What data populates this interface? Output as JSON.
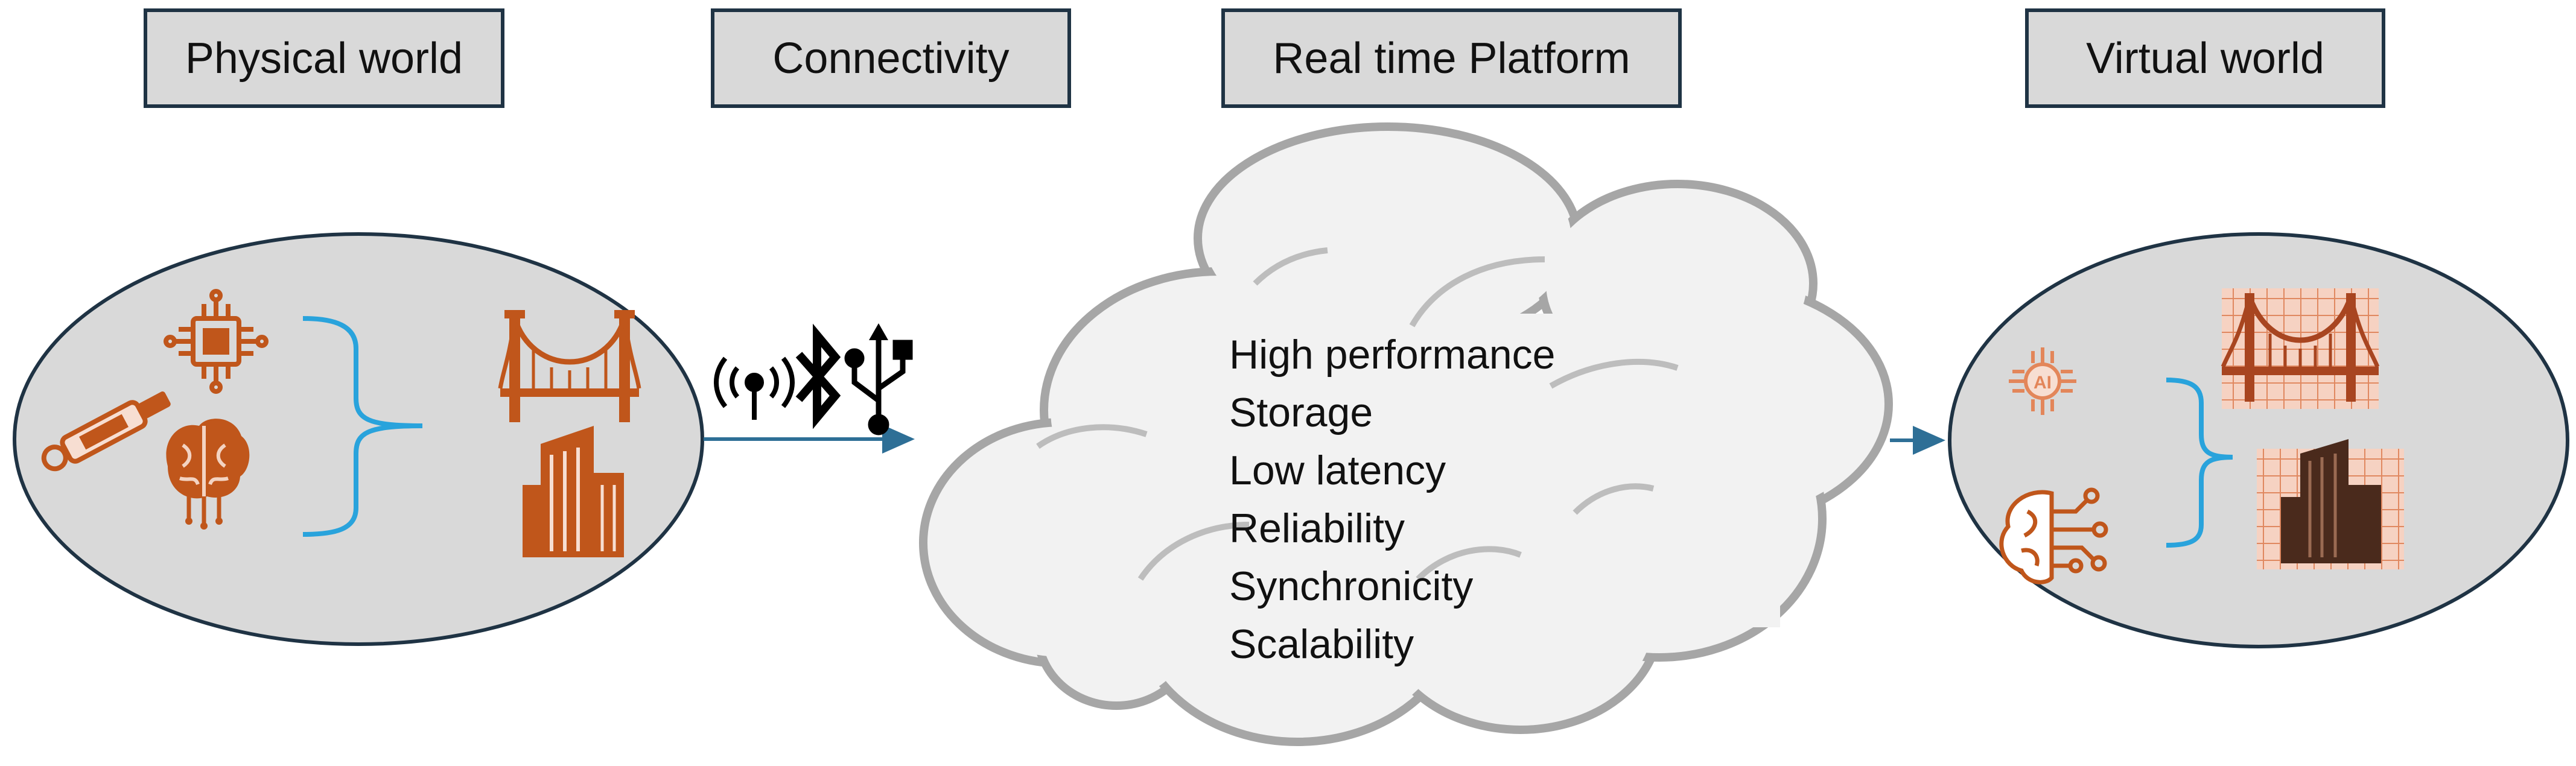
{
  "headers": {
    "physical": "Physical world",
    "connectivity": "Connectivity",
    "platform": "Real time Platform",
    "virtual": "Virtual world"
  },
  "platform_features": [
    "High performance",
    "Storage",
    "Low latency",
    "Reliability",
    "Synchronicity",
    "Scalability"
  ],
  "physical_icons": [
    "chip-icon",
    "sensor-probe-icon",
    "brain-circuit-icon",
    "bridge-icon",
    "building-icon"
  ],
  "connectivity_icons": [
    "wireless-antenna-icon",
    "bluetooth-icon",
    "usb-icon"
  ],
  "virtual_icons": [
    "ai-chip-icon",
    "ai-brain-icon",
    "digital-bridge-icon",
    "digital-building-icon"
  ],
  "colors": {
    "box_fill": "#d9d9d9",
    "box_border": "#1f3344",
    "icon_orange": "#c0561b",
    "bracket_blue": "#29a3dc",
    "arrow_blue": "#2e6f96",
    "cloud_fill": "#f2f2f2",
    "cloud_stroke": "#a6a6a6"
  }
}
